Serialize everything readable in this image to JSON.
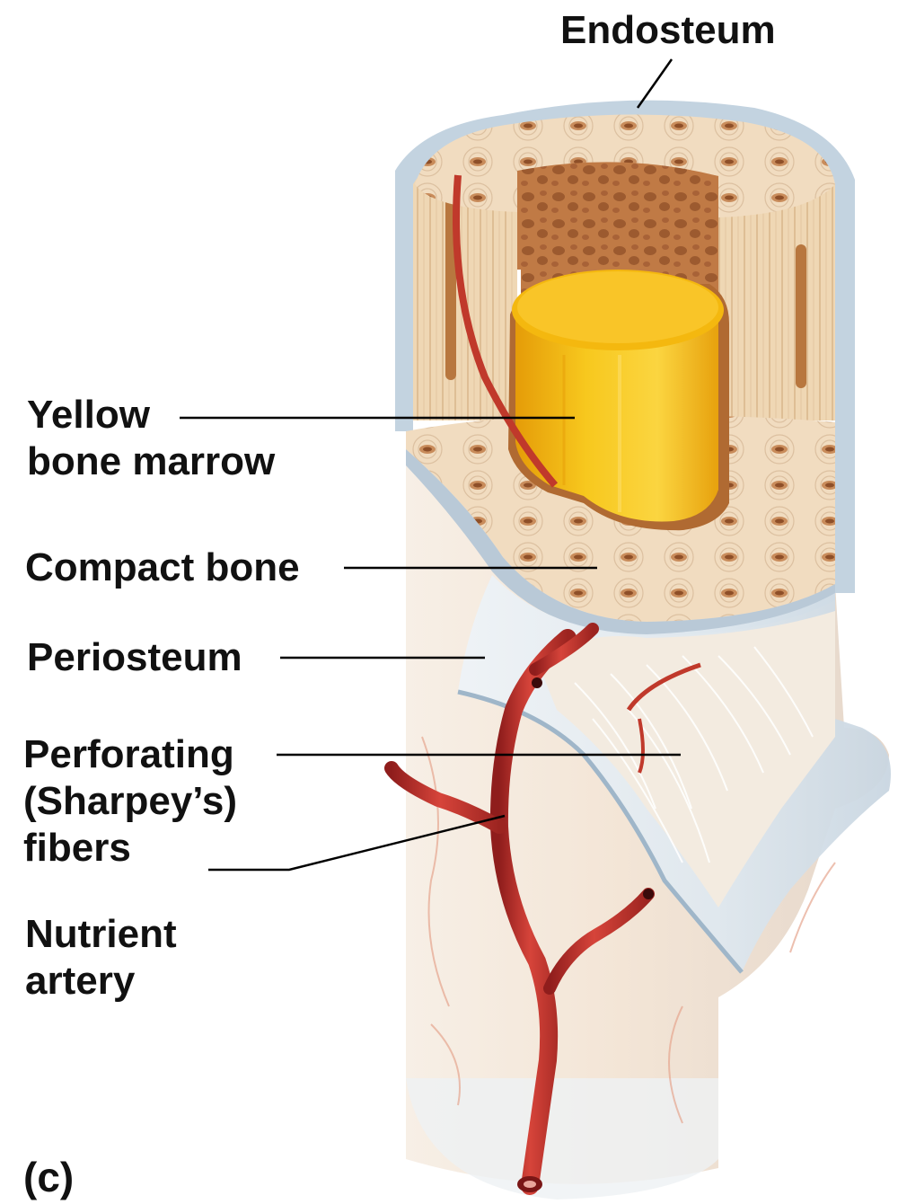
{
  "labels": {
    "endosteum": "Endosteum",
    "yellow_marrow_line1": "Yellow",
    "yellow_marrow_line2": "bone marrow",
    "compact_bone": "Compact bone",
    "periosteum": "Periosteum",
    "perforating_line1": "Perforating",
    "perforating_line2": "(Sharpey’s)",
    "perforating_line3": "fibers",
    "nutrient_line1": "Nutrient",
    "nutrient_line2": "artery",
    "panel": "(c)"
  },
  "colors": {
    "bone_face": "#f1d9b6",
    "bone_cut": "#e7c296",
    "spongy": "#b9703f",
    "marrow": "#f6c21a",
    "periosteum": "#dfe6ee",
    "artery": "#c8342e",
    "leader_line": "#000000"
  }
}
